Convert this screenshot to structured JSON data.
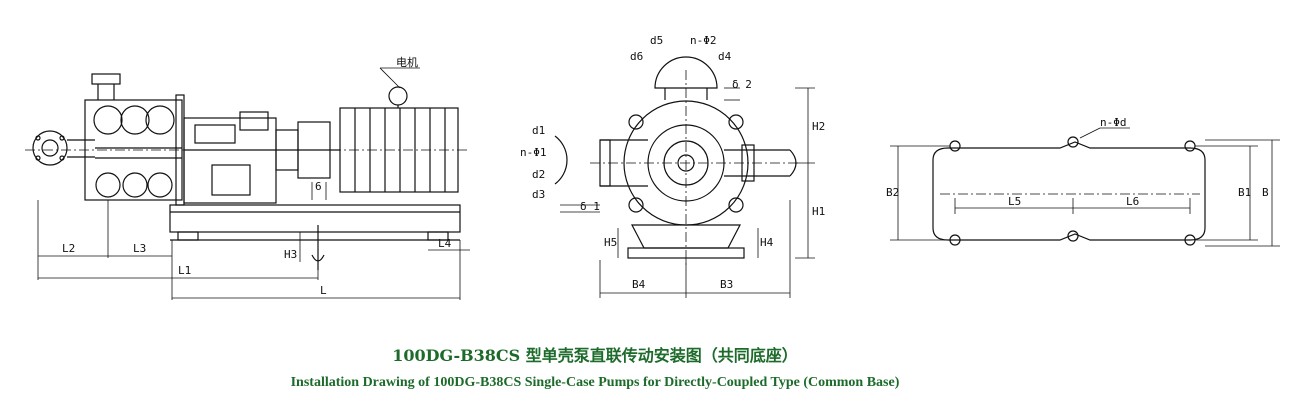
{
  "side_view": {
    "motor_label": "电机",
    "labels": [
      "L2",
      "L3",
      "L1",
      "L",
      "H3",
      "L4",
      "6"
    ]
  },
  "front_view": {
    "labels": [
      "d5",
      "n-Φ2",
      "d6",
      "d4",
      "δ 2",
      "d1",
      "n-Φ1",
      "d2",
      "d3",
      "δ 1",
      "H2",
      "H1",
      "H5",
      "H4",
      "B4",
      "B3"
    ]
  },
  "base_view": {
    "labels": [
      "n-Φd",
      "L5",
      "L6",
      "B2",
      "B1",
      "B"
    ]
  },
  "caption": {
    "chinese": "100DG-B38CS 型单壳泵直联传动安装图（共同底座）",
    "english": "Installation Drawing of 100DG-B38CS Single-Case Pumps for Directly-Coupled Type (Common Base)"
  },
  "colors": {
    "line": "#111111",
    "caption": "#1d6b2a"
  }
}
